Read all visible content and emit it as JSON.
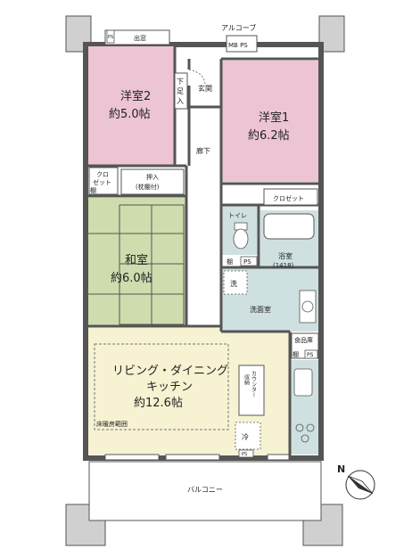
{
  "rooms": {
    "western2": {
      "name": "洋室2",
      "size": "約5.0帖",
      "color": "#ecc4d4"
    },
    "western1": {
      "name": "洋室1",
      "size": "約6.2帖",
      "color": "#ecc4d4"
    },
    "japanese": {
      "name": "和室",
      "size": "約6.0帖",
      "color": "#cfdcae"
    },
    "ldk": {
      "name1": "リビング・ダイニング",
      "name2": "キッチン",
      "size": "約12.6帖",
      "color": "#f6f2d2"
    },
    "washroom": {
      "name": "洗面室",
      "color": "#cfe0e0"
    },
    "bathroom": {
      "name": "浴室",
      "note": "(1418)",
      "color": "#cfe0e0"
    },
    "toilet": {
      "name": "トイレ",
      "color": "#cfe0e0"
    },
    "kitchen_counter_color": "#cfe0e0"
  },
  "labels": {
    "alcove": "アルコーブ",
    "mbps": "MB PS",
    "demado": "出窓",
    "ps_top": "PS",
    "geta": "下足入",
    "genkan": "玄関",
    "rouka": "廊下",
    "closet1": "クロゼット",
    "closet2_line1": "クロ",
    "closet2_line2": "ゼット",
    "tana": "棚",
    "oshiire_line1": "押入",
    "oshiire_line2": "(枕棚付)",
    "tana_ps": "棚",
    "ps_toilet": "PS",
    "sen": "洗",
    "shokuhin": "食品庫",
    "tana2": "棚",
    "ps2": "PS",
    "counter_line1": "カウンター",
    "counter_line2": "収納",
    "rei": "冷",
    "ps3": "PS",
    "floor_heating": "床暖房範囲",
    "balcony": "バルコニー",
    "north": "N"
  }
}
